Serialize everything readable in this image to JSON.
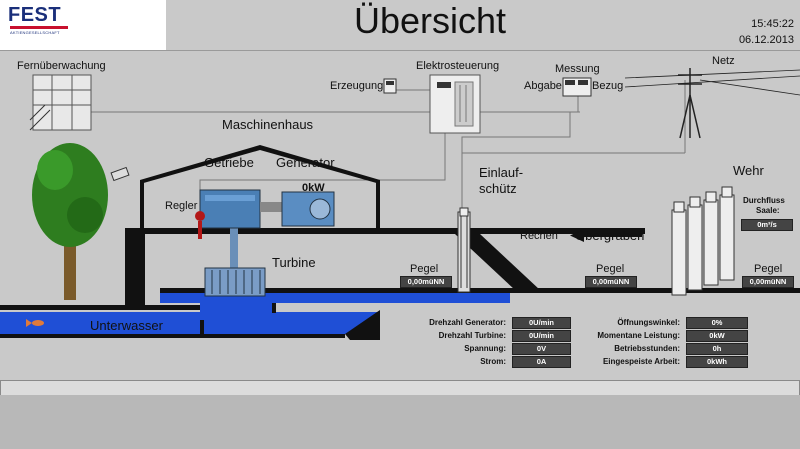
{
  "header": {
    "logo_text": "FEST",
    "logo_sub": "AKTIENGESELLSCHAFT",
    "title": "Übersicht",
    "time": "15:45:22",
    "date": "06.12.2013"
  },
  "labels": {
    "fernueberwachung": "Fernüberwachung",
    "elektrosteuerung": "Elektrosteuerung",
    "messung": "Messung",
    "netz": "Netz",
    "erzeugung": "Erzeugung",
    "abgabe": "Abgabe",
    "bezug": "Bezug",
    "maschinenhaus": "Maschinenhaus",
    "getriebe": "Getriebe",
    "generator": "Generator",
    "generator_power": "0kW",
    "regler": "Regler",
    "turbine": "Turbine",
    "einlauf1": "Einlauf-",
    "einlauf2": "schütz",
    "rechen": "Rechen",
    "obergraben": "Obergraben",
    "wehr": "Wehr",
    "durchfluss1": "Durchfluss",
    "durchfluss2": "Saale:",
    "durchfluss_value": "0m³/s",
    "unterwasser": "Unterwasser"
  },
  "pegel": [
    {
      "label": "Pegel",
      "value": "0,00müNN"
    },
    {
      "label": "Pegel",
      "value": "0,00müNN"
    },
    {
      "label": "Pegel",
      "value": "0,00müNN"
    }
  ],
  "stats_left": [
    {
      "label": "Drehzahl Generator:",
      "value": "0U/min"
    },
    {
      "label": "Drehzahl Turbine:",
      "value": "0U/min"
    },
    {
      "label": "Spannung:",
      "value": "0V"
    },
    {
      "label": "Strom:",
      "value": "0A"
    }
  ],
  "stats_right": [
    {
      "label": "Öffnungswinkel:",
      "value": "0%"
    },
    {
      "label": "Momentane Leistung:",
      "value": "0kW"
    },
    {
      "label": "Betriebsstunden:",
      "value": "0h"
    },
    {
      "label": "Eingespeiste Arbeit:",
      "value": "0kWh"
    }
  ],
  "colors": {
    "background": "#c9c9c9",
    "water": "#1f4fd6",
    "wall": "#111111",
    "tree_green": "#2e7d1f",
    "tree_trunk": "#7a5a2a",
    "generator_blue": "#4a7fb5",
    "value_box": "#444444"
  }
}
